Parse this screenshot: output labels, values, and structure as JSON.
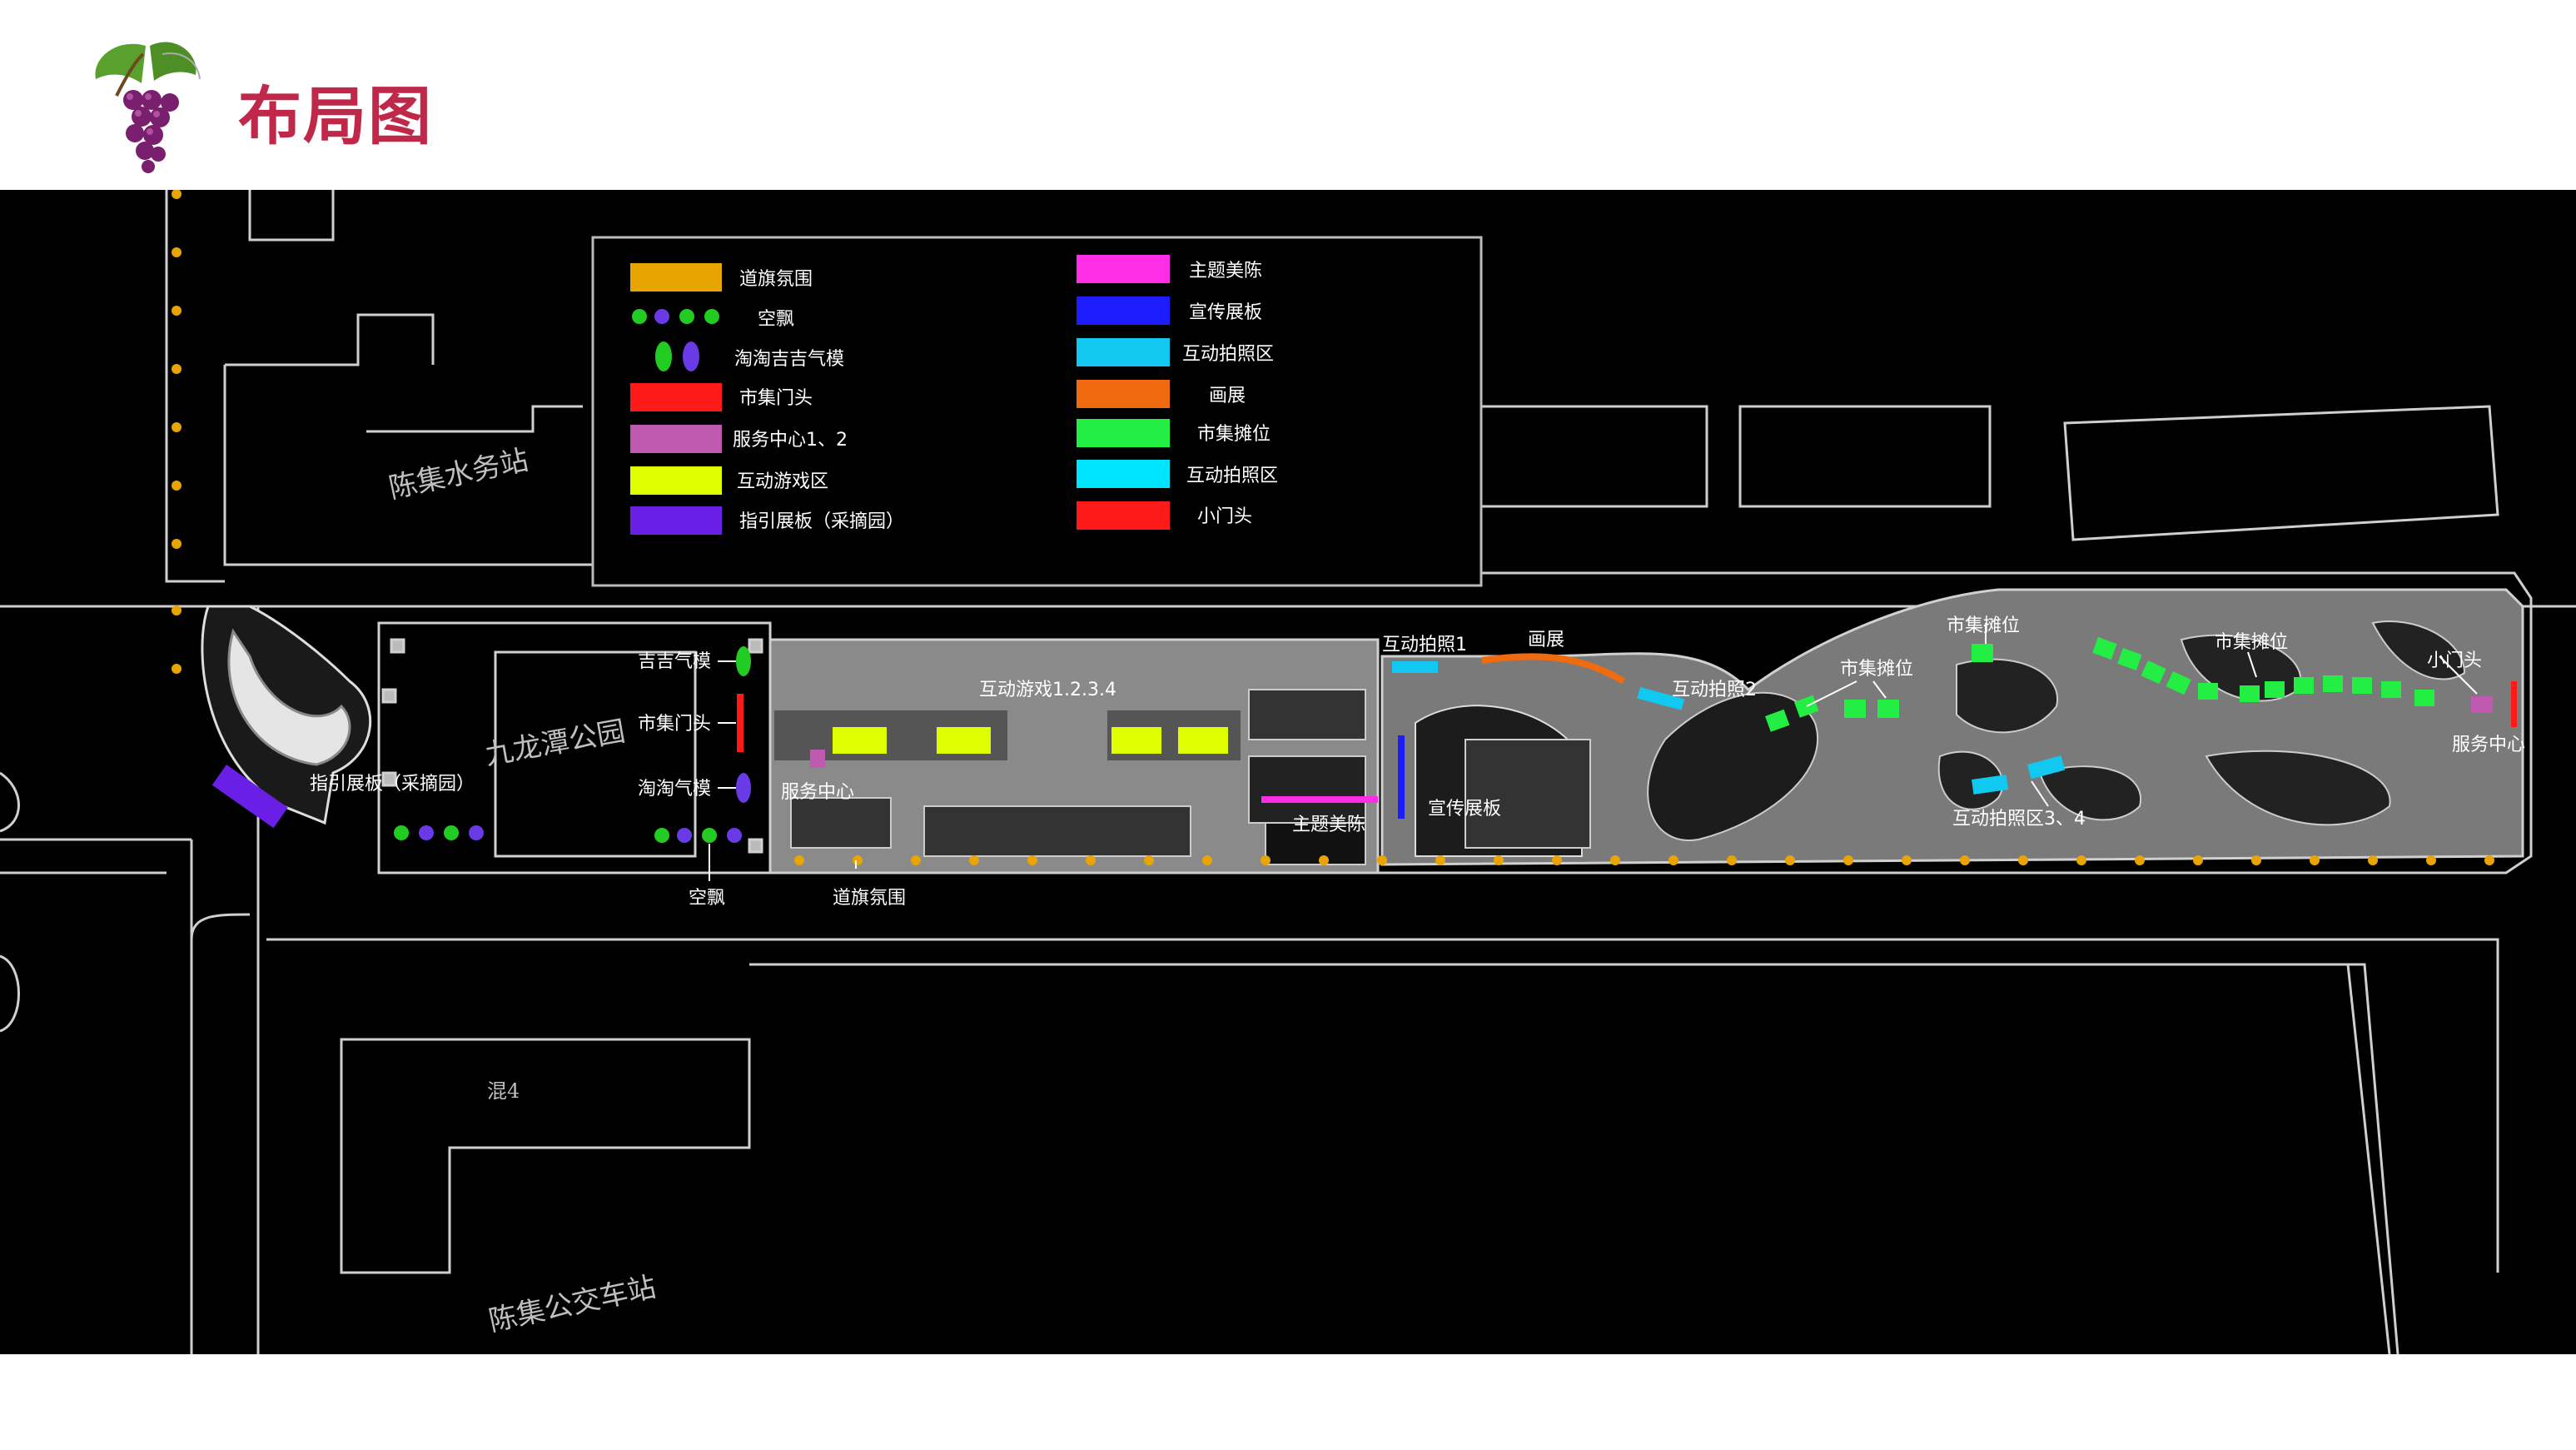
{
  "page": {
    "title": "布局图"
  },
  "legend": {
    "items": [
      {
        "label": "道旗氛围",
        "color": "#e8a400",
        "shape": "bar"
      },
      {
        "label": "空飘",
        "color": "#22cc22",
        "shape": "dots"
      },
      {
        "label": "淘淘吉吉气模",
        "color": "#22cc22",
        "shape": "ovals"
      },
      {
        "label": "市集门头",
        "color": "#ff1a1a",
        "shape": "bar"
      },
      {
        "label": "服务中心1、2",
        "color": "#c05ab0",
        "shape": "bar"
      },
      {
        "label": "互动游戏区",
        "color": "#dfff00",
        "shape": "bar"
      },
      {
        "label": "指引展板（采摘园）",
        "color": "#6a1fe6",
        "shape": "bar"
      },
      {
        "label": "主题美陈",
        "color": "#ff2ee6",
        "shape": "bar"
      },
      {
        "label": "宣传展板",
        "color": "#1c1cff",
        "shape": "bar"
      },
      {
        "label": "互动拍照区",
        "color": "#11c8f0",
        "shape": "bar"
      },
      {
        "label": "画展",
        "color": "#f06a10",
        "shape": "bar"
      },
      {
        "label": "市集摊位",
        "color": "#22ee44",
        "shape": "bar"
      },
      {
        "label": "互动拍照区",
        "color": "#00e5ff",
        "shape": "bar"
      },
      {
        "label": "小门头",
        "color": "#ff1a1a",
        "shape": "bar"
      }
    ]
  },
  "map_labels": {
    "water_station": "陈集水务站",
    "park": "九龙潭公园",
    "bus_station": "陈集公交车站",
    "bldg": "混4"
  },
  "annotations": {
    "jiji_balloon": "吉吉气模",
    "market_gate": "市集门头",
    "taotao_balloon": "淘淘气模",
    "guide_board": "指引展板（采摘园）",
    "balloons": "空飘",
    "flags": "道旗氛围",
    "service_center": "服务中心",
    "games": "互动游戏1.2.3.4",
    "theme_display": "主题美陈",
    "promo_board": "宣传展板",
    "photo1": "互动拍照1",
    "painting": "画展",
    "photo2": "互动拍照2",
    "stall_a": "市集摊位",
    "stall_b": "市集摊位",
    "stall_c": "市集摊位",
    "photo34": "互动拍照区3、4",
    "small_gate": "小门头",
    "service_center_right": "服务中心"
  }
}
